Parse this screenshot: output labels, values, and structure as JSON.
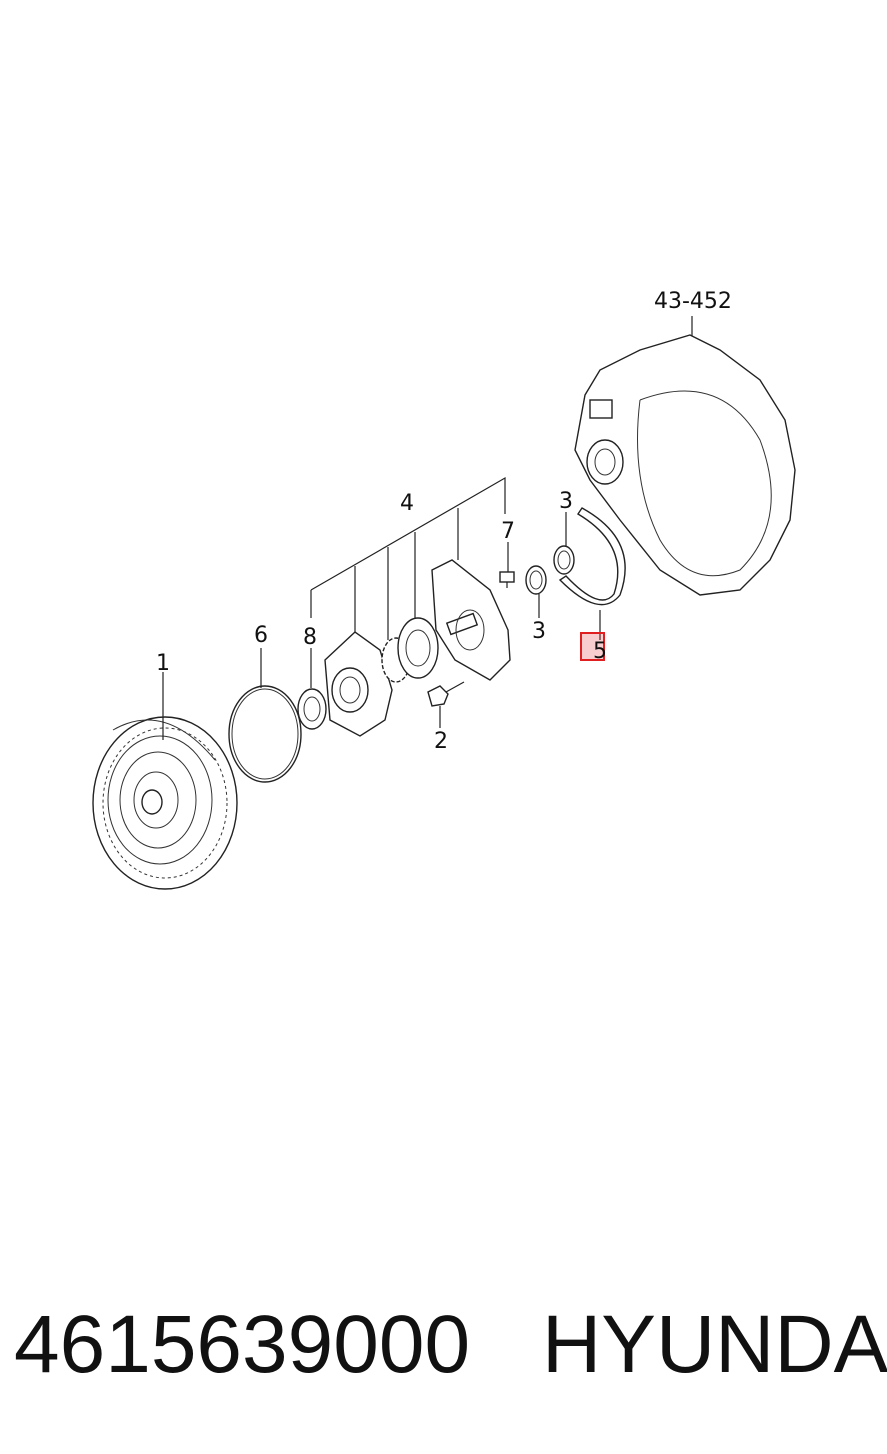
{
  "diagram": {
    "callouts": {
      "c1": "1",
      "c2": "2",
      "c3a": "3",
      "c3b": "3",
      "c4": "4",
      "c5": "5",
      "c6": "6",
      "c7": "7",
      "c8": "8",
      "ref": "43-452"
    },
    "highlighted_callout": "5",
    "highlight_color": "#e02020"
  },
  "footer": {
    "part_number": "4615639000",
    "brand": "HYUNDAI"
  }
}
